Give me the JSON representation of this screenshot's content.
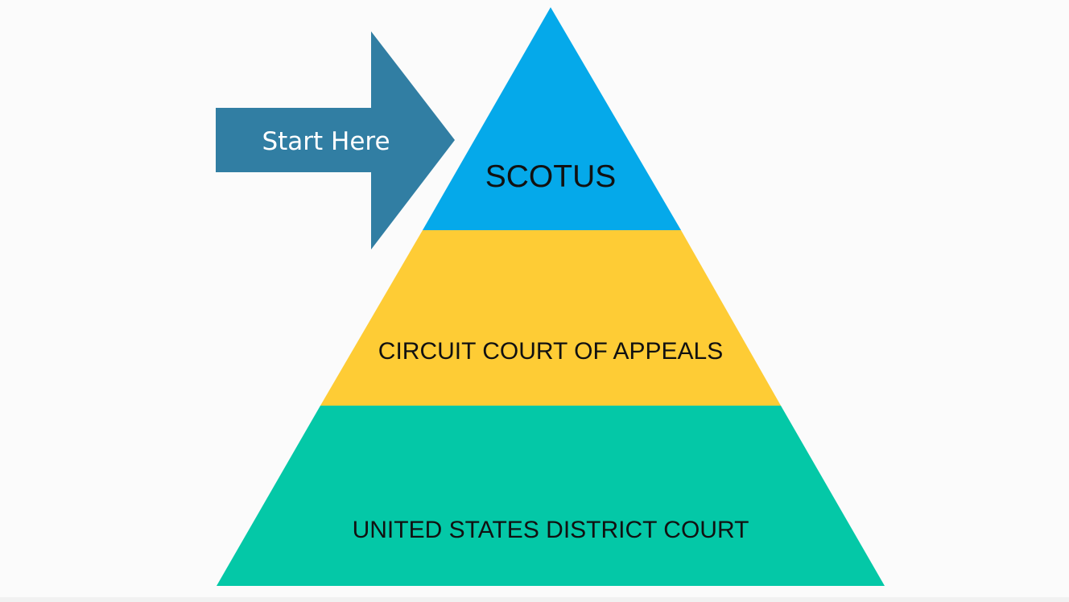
{
  "diagram": {
    "arrow": {
      "label": "Start Here",
      "color": "#317ea3",
      "text_color": "#ffffff"
    },
    "tiers": [
      {
        "label": "SCOTUS",
        "color": "#05a9ea"
      },
      {
        "label": "CIRCUIT COURT OF APPEALS",
        "color": "#fecc35"
      },
      {
        "label": "UNITED STATES DISTRICT COURT",
        "color": "#04c8a7"
      }
    ],
    "text_color": "#111111",
    "background": "#fbfbfb"
  }
}
